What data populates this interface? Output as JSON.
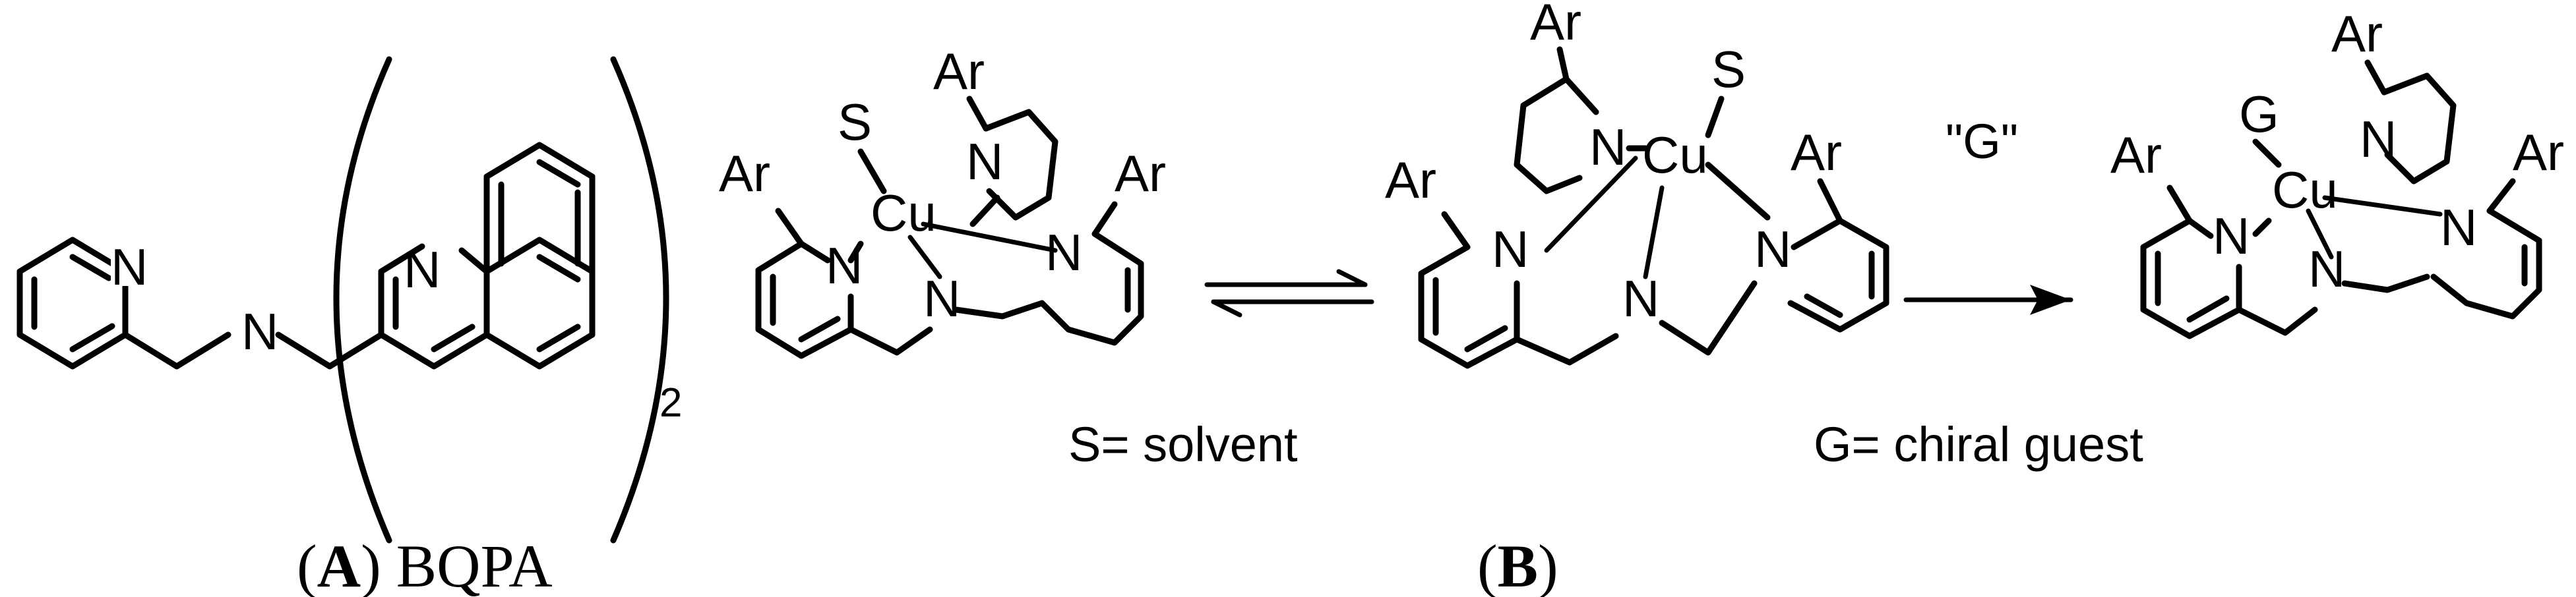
{
  "atoms": {
    "N": "N",
    "Cu": "Cu",
    "Ar": "Ar",
    "S": "S",
    "G": "G"
  },
  "bqpa": {
    "subscript": "2",
    "label_letter": "A",
    "label_name": "BQPA"
  },
  "complex_b": {
    "label_letter": "B"
  },
  "captions": {
    "solvent": "S= solvent",
    "guest": "G= chiral guest",
    "reagent": "\"G\""
  }
}
